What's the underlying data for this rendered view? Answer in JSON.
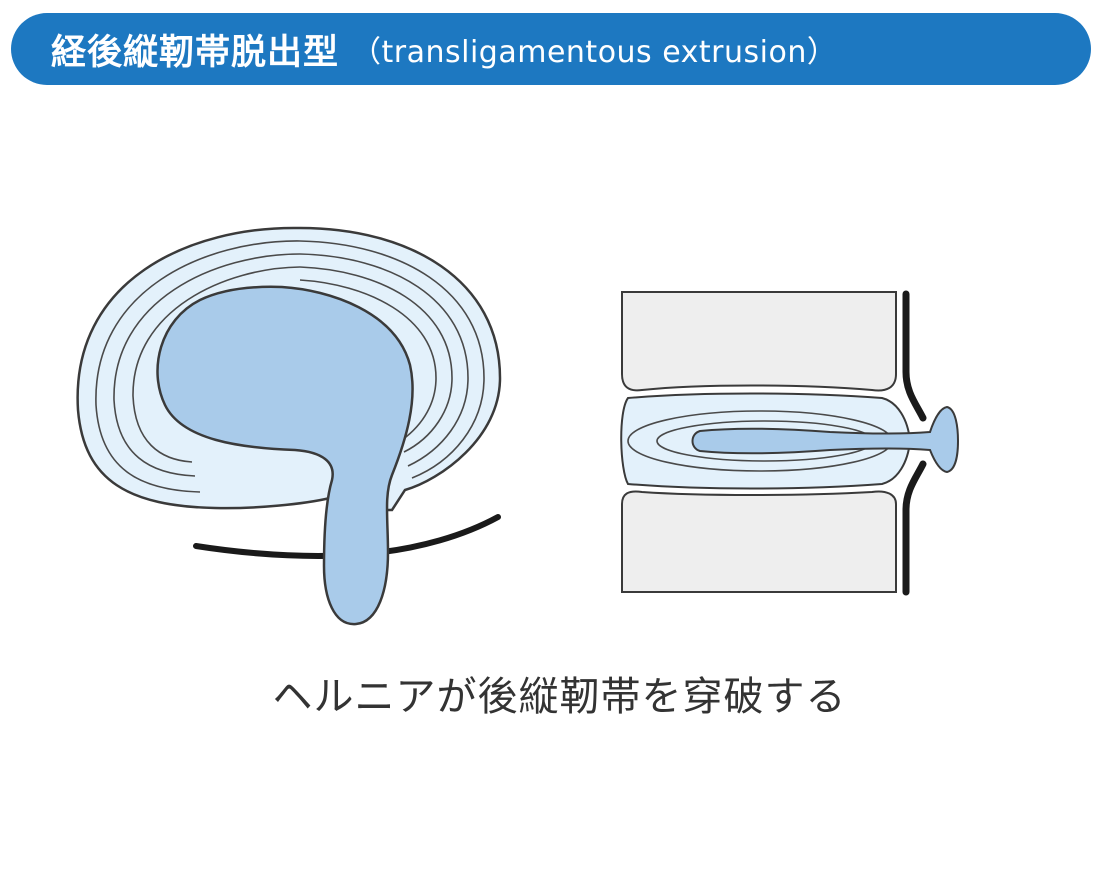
{
  "title": {
    "main": "経後縦靭帯脱出型",
    "sub": "（transligamentous extrusion）"
  },
  "caption": "ヘルニアが後縦靭帯を穿破する",
  "colors": {
    "banner": "#1d78c1",
    "annulus": "#e3f1fb",
    "nucleus": "#a9cbea",
    "vertebra": "#eeeeee",
    "outline": "#3a3a3a",
    "ligament": "#1a1a1a"
  }
}
